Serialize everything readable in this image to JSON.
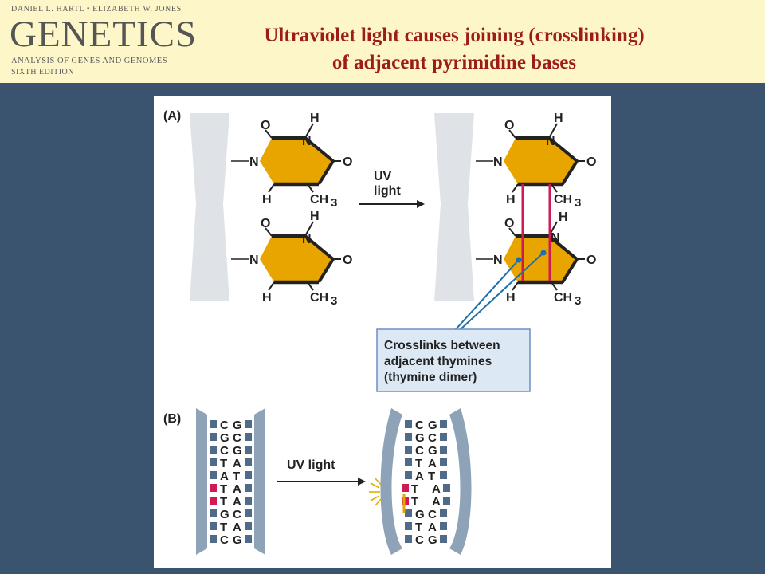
{
  "header": {
    "logo": {
      "authors": "DANIEL L. HARTL • ELIZABETH W. JONES",
      "brand": "GENETICS",
      "subtitle": "ANALYSIS OF GENES AND GENOMES",
      "edition": "SIXTH EDITION"
    },
    "title_line1": "Ultraviolet light causes joining (crosslinking)",
    "title_line2": "of adjacent pyrimidine bases"
  },
  "figure": {
    "panel_a_label": "(A)",
    "panel_b_label": "(B)",
    "atoms": {
      "O": "O",
      "N": "N",
      "H": "H",
      "CH": "CH",
      "three": "3"
    },
    "arrow_a_line1": "UV",
    "arrow_a_line2": "light",
    "arrow_b_label": "UV light",
    "crosslink_box": [
      "Crosslinks between",
      "adjacent thymines",
      "(thymine dimer)"
    ],
    "colors": {
      "ring": "#e8a500",
      "crosslink": "#d01a55",
      "dna_strand": "#8fa3b8",
      "base_block": "#4f6b88",
      "pointer": "#1f6fa8",
      "box_fill": "#dde8f5",
      "box_border": "#6a8fc0",
      "title": "#9e1b1b",
      "background": "#3a5470"
    },
    "dna_before": {
      "left": [
        "C",
        "G",
        "C",
        "T",
        "A",
        "T",
        "T",
        "G",
        "T",
        "C"
      ],
      "right": [
        "G",
        "C",
        "G",
        "A",
        "T",
        "A",
        "A",
        "C",
        "A",
        "G"
      ]
    },
    "dna_after": {
      "left": [
        "C",
        "G",
        "C",
        "T",
        "A",
        "T",
        "T",
        "G",
        "T",
        "C"
      ],
      "right": [
        "G",
        "C",
        "G",
        "A",
        "T",
        "A",
        "A",
        "C",
        "A",
        "G"
      ]
    }
  }
}
